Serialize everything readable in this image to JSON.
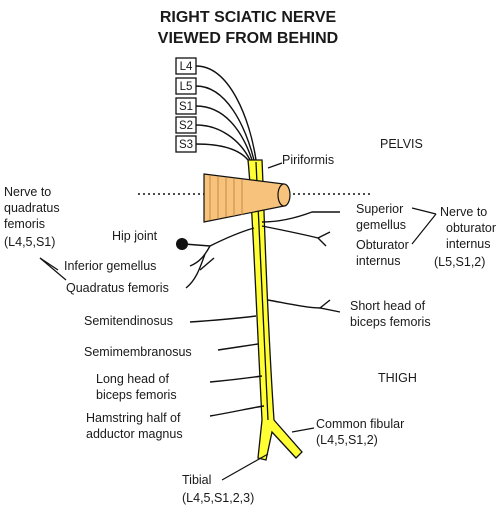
{
  "title": {
    "line1": "RIGHT SCIATIC NERVE",
    "line2": "VIEWED FROM BEHIND"
  },
  "roots": [
    "L4",
    "L5",
    "S1",
    "S2",
    "S3"
  ],
  "regions": {
    "pelvis": "PELVIS",
    "thigh": "THIGH"
  },
  "muscles": {
    "piriformis": "Piriformis",
    "hip_joint": "Hip joint",
    "inferior_gemellus": "Inferior gemellus",
    "quadratus_femoris": "Quadratus femoris",
    "superior_gemellus": [
      "Superior",
      "gemellus"
    ],
    "obturator_internus": [
      "Obturator",
      "internus"
    ],
    "short_head_biceps": [
      "Short head of",
      "biceps femoris"
    ],
    "semitendinosus": "Semitendinosus",
    "semimembranosus": "Semimembranosus",
    "long_head_biceps": [
      "Long head of",
      "biceps femoris"
    ],
    "hamstring_adductor": [
      "Hamstring half of",
      "adductor magnus"
    ]
  },
  "nerves": {
    "nerve_to_quadratus": [
      "Nerve to",
      "quadratus",
      "femoris",
      "(L4,5,S1)"
    ],
    "nerve_to_obturator": [
      "Nerve to",
      "obturator",
      "internus",
      "(L5,S1,2)"
    ],
    "common_fibular": [
      "Common fibular",
      "(L4,5,S1,2)"
    ],
    "tibial": [
      "Tibial",
      "(L4,5,S1,2,3)"
    ]
  },
  "colors": {
    "nerve_fill": "#ffff33",
    "muscle_fill": "#f6c27c",
    "line": "#111111"
  }
}
